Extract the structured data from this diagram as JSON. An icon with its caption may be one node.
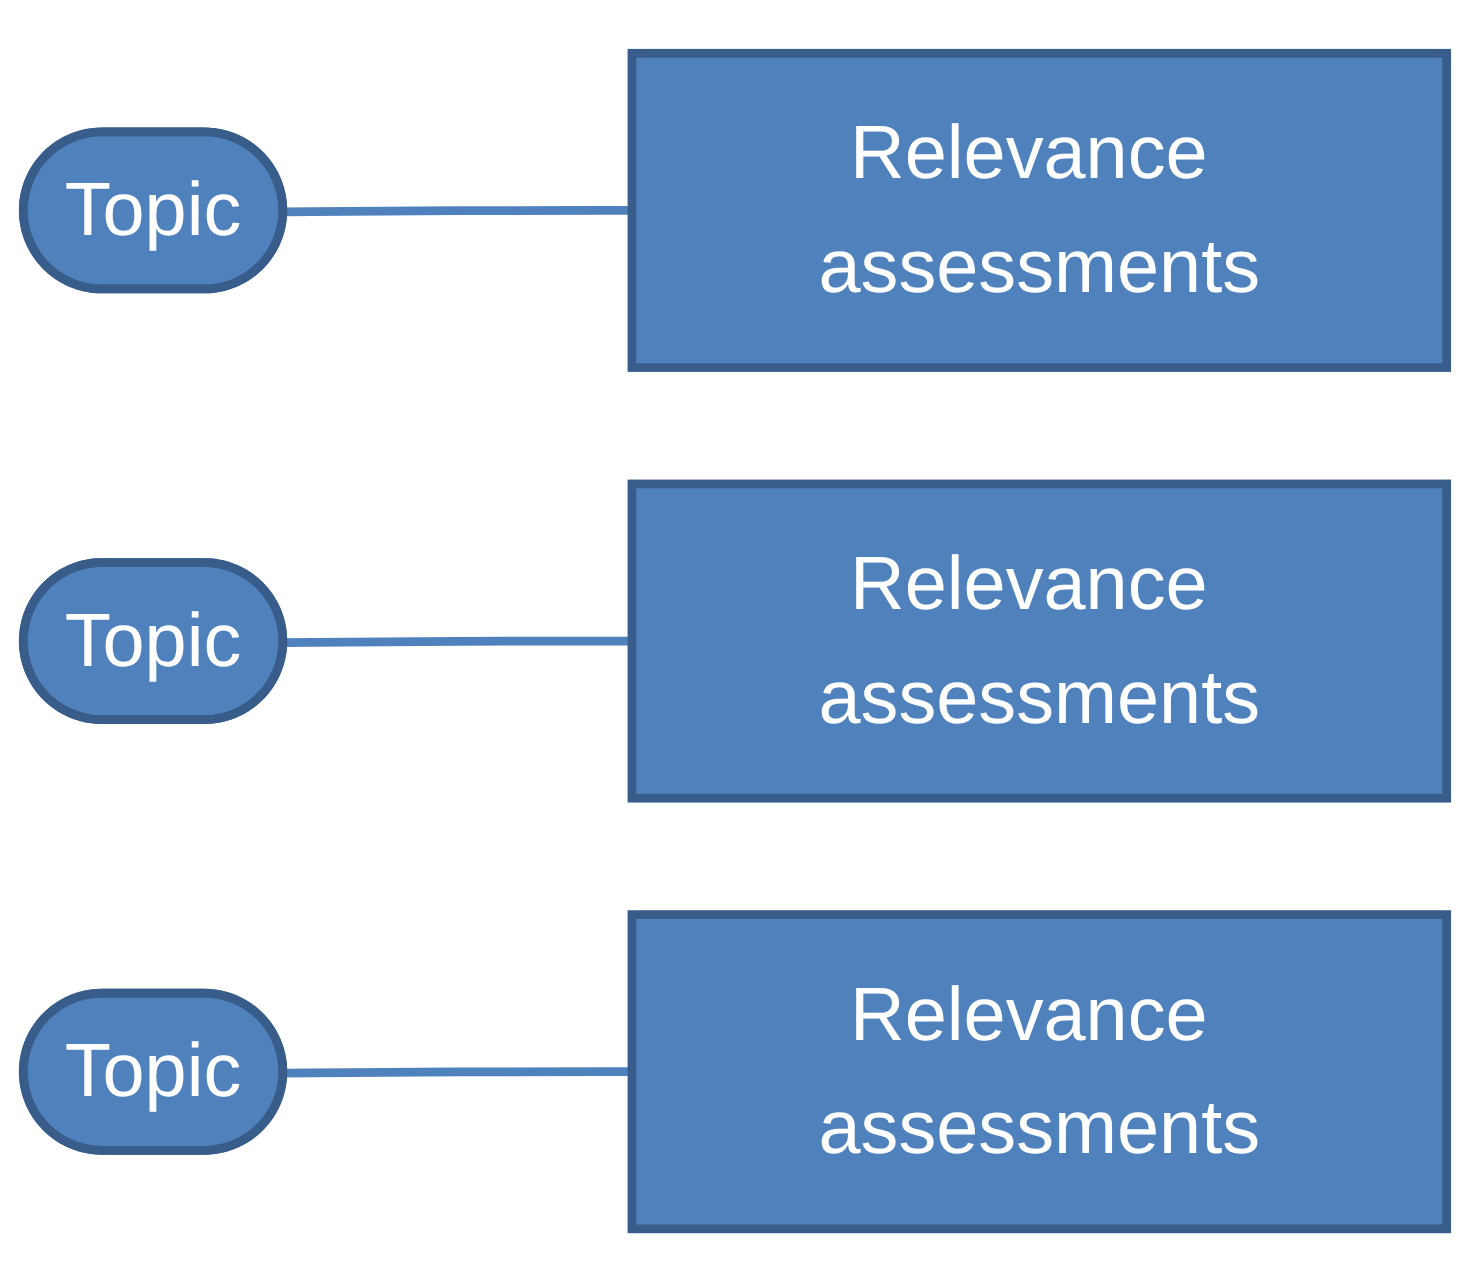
{
  "diagram": {
    "nodes": [
      {
        "text": [
          "Topic"
        ]
      },
      {
        "text": [
          "Relevance assessments"
        ]
      },
      {
        "text": [
          "Topic"
        ]
      },
      {
        "text": [
          "Relevance assessments"
        ]
      },
      {
        "text": [
          "Topic"
        ]
      },
      {
        "text": [
          "Relevance assessments"
        ]
      }
    ],
    "edges": [
      {
        "from": 0,
        "to": 1,
        "arrow": "none"
      },
      {
        "from": 2,
        "to": 3,
        "arrow": "none"
      },
      {
        "from": 4,
        "to": 5,
        "arrow": "none"
      }
    ]
  }
}
